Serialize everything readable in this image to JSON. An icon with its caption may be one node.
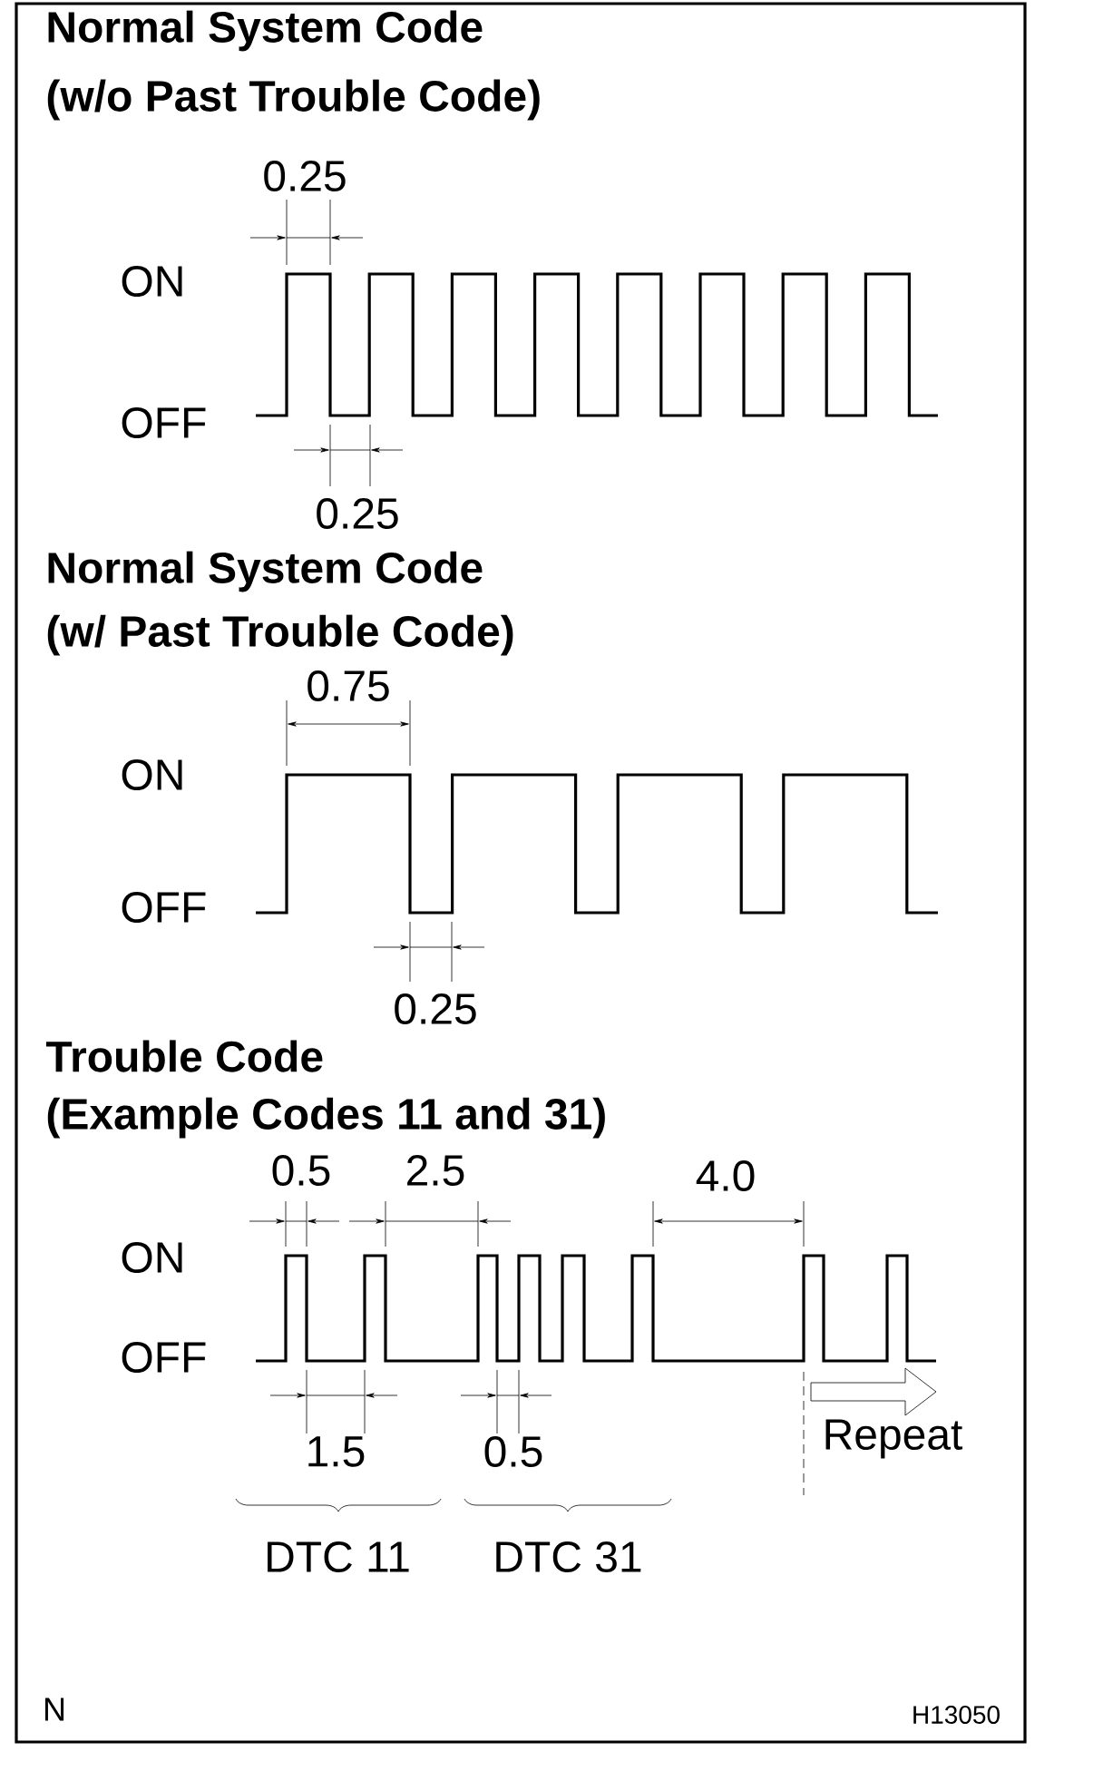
{
  "diagram": {
    "labels": [
      "Normal System Code",
      "(w/o Past Trouble Code)",
      "0.25",
      "ON",
      "OFF",
      "0.25",
      "Normal System Code",
      "(w/ Past Trouble Code)",
      "0.75",
      "ON",
      "OFF",
      "0.25",
      "Trouble Code",
      "(Example Codes 11 and 31)",
      "0.5",
      "2.5",
      "4.0",
      "ON",
      "OFF",
      "1.5",
      "0.5",
      "Repeat",
      "DTC 11",
      "DTC 31",
      "N",
      "H13050"
    ]
  }
}
